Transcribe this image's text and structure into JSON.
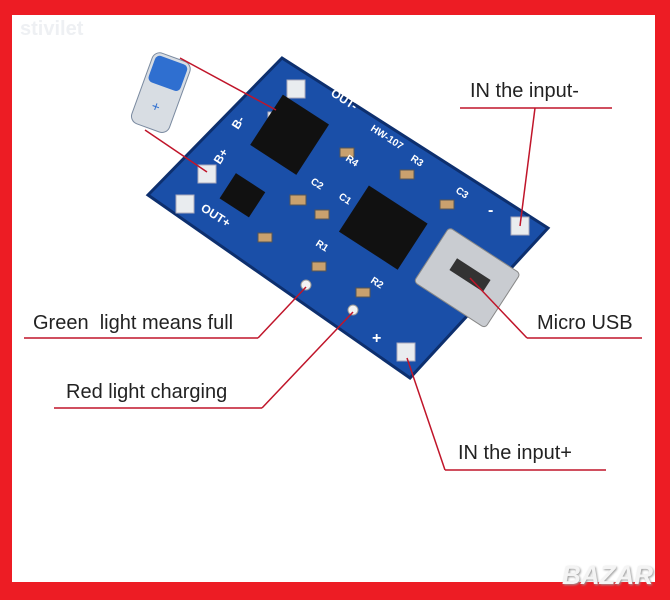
{
  "watermark": "stivilet",
  "logo": "BAZAR",
  "labels": {
    "in_minus": "IN the input-",
    "micro_usb": "Micro USB",
    "green": "Green  light means full",
    "red": "Red light charging",
    "in_plus": "IN the input+"
  },
  "board": {
    "model": "HW-107",
    "out_minus": "OUT-",
    "out_plus": "OUT+",
    "b_minus": "B-",
    "b_plus": "B+",
    "r1": "R1",
    "r2": "R2",
    "r3": "R3",
    "r4": "R4",
    "c1": "C1",
    "c2": "C2",
    "c3": "C3",
    "minus": "-",
    "plus": "+"
  },
  "colors": {
    "frame": "#ed1c24",
    "board": "#1a4fa8",
    "lines": "#c0152a"
  }
}
